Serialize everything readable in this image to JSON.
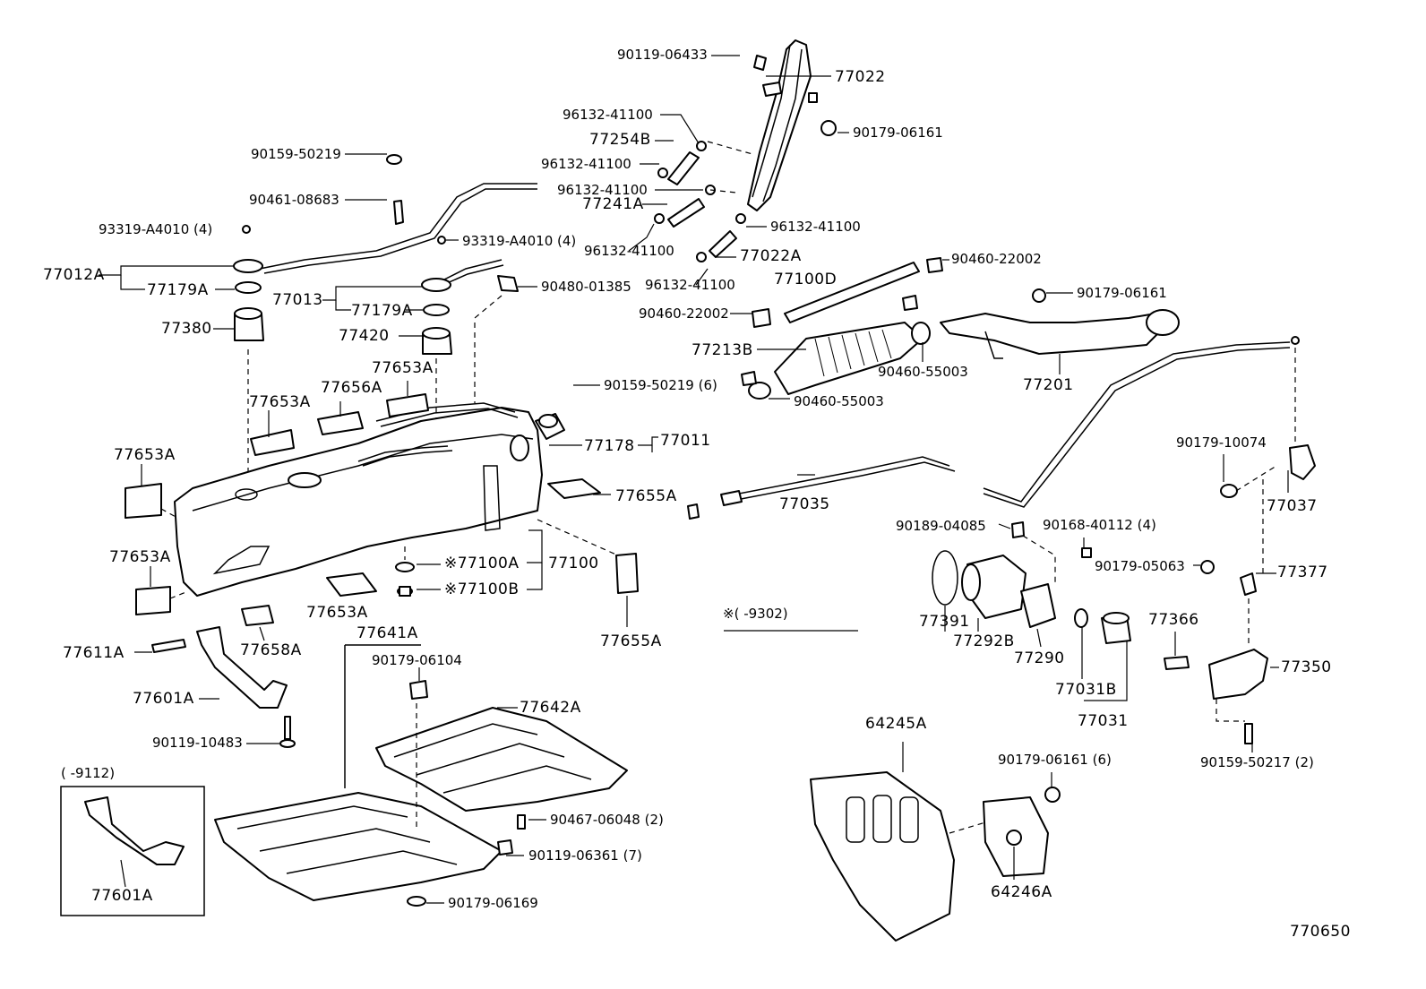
{
  "diagram_id": "770650",
  "range_note_1": "※(      -9302)",
  "range_note_2": "(      -9112)",
  "labels": {
    "p90119_06433": "90119-06433",
    "p77022": "77022",
    "p90179_06161a": "90179-06161",
    "p96132_41100a": "96132-41100",
    "p77254B": "77254B",
    "p96132_41100b": "96132-41100",
    "p90159_50219": "90159-50219",
    "p96132_41100c": "96132-41100",
    "p77241A": "77241A",
    "p90461_08683": "90461-08683",
    "p96132_41100d": "96132-41100",
    "p96132_41100e": "96132-41100",
    "p93319_a": "93319-A4010 (4)",
    "p93319_b": "93319-A4010 (4)",
    "p77022A": "77022A",
    "p90460_22002a": "90460-22002",
    "p77012A": "77012A",
    "p96132_41100f": "96132-41100",
    "p77100D": "77100D",
    "p90480_01385": "90480-01385",
    "p77179A_a": "77179A",
    "p77013": "77013",
    "p90179_06161b": "90179-06161",
    "p90460_22002b": "90460-22002",
    "p77179A_b": "77179A",
    "p77380": "77380",
    "p77420": "77420",
    "p77213B": "77213B",
    "p90460_55003a": "90460-55003",
    "p77653A_a": "77653A",
    "p77201": "77201",
    "p77656A": "77656A",
    "p90159_50219_6": "90159-50219 (6)",
    "p90460_55003b": "90460-55003",
    "p77653A_b": "77653A",
    "p77178": "77178",
    "p77011": "77011",
    "p90179_10074": "90179-10074",
    "p77653A_c": "77653A",
    "p77655A_a": "77655A",
    "p77035": "77035",
    "p77037": "77037",
    "p90189_04085": "90189-04085",
    "p90168_40112": "90168-40112 (4)",
    "p77653A_d": "77653A",
    "p77100A": "※77100A",
    "p77100": "77100",
    "p90179_05063": "90179-05063",
    "p77377": "77377",
    "p77100B": "※77100B",
    "p77653A_e": "77653A",
    "p77391": "77391",
    "p77366": "77366",
    "p77655A_b": "77655A",
    "p77292B": "77292B",
    "p77611A": "77611A",
    "p77658A": "77658A",
    "p77641A": "77641A",
    "p77290": "77290",
    "p90179_06104": "90179-06104",
    "p77350": "77350",
    "p77031B": "77031B",
    "p77601A_a": "77601A",
    "p77642A": "77642A",
    "p77031": "77031",
    "p64245A": "64245A",
    "p90119_10483": "90119-10483",
    "p90159_50217": "90159-50217 (2)",
    "p90179_06161_6": "90179-06161 (6)",
    "p90467_06048": "90467-06048 (2)",
    "p90119_06361": "90119-06361 (7)",
    "p64246A": "64246A",
    "p77601A_b": "77601A",
    "p90179_06169": "90179-06169"
  }
}
